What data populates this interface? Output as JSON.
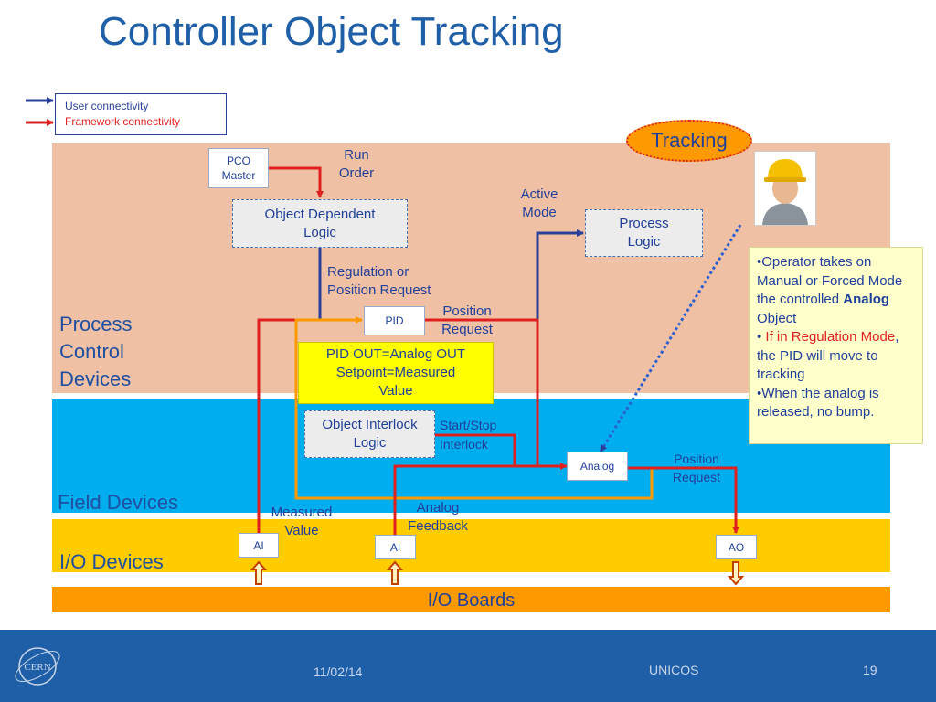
{
  "title": "Controller Object Tracking",
  "legend": {
    "user": "User connectivity",
    "framework": "Framework connectivity"
  },
  "colors": {
    "user": "#2a3f9a",
    "framework": "#e02020",
    "tracking_path": "#ff9900"
  },
  "bands": {
    "process_control": "Process\nControl\nDevices",
    "field_devices": "Field Devices",
    "io_devices": "I/O Devices",
    "io_boards": "I/O Boards"
  },
  "tracking": "Tracking",
  "boxes": {
    "pco_master": "PCO\nMaster",
    "odl": "Object Dependent\nLogic",
    "process_logic": "Process\nLogic",
    "pid": "PID",
    "oil": "Object Interlock\nLogic",
    "analog": "Analog",
    "ai1": "AI",
    "ai2": "AI",
    "ao": "AO"
  },
  "labels": {
    "run_order": "Run\nOrder",
    "active_mode": "Active\nMode",
    "regulation": "Regulation or\nPosition Request",
    "pos_request_1": "Position\nRequest",
    "start_stop": "Start/Stop\nInterlock",
    "pos_request_2": "Position\nRequest",
    "measured_value": "Measured\nValue",
    "analog_feedback": "Analog\nFeedback"
  },
  "yellow_note": "PID OUT=Analog OUT\nSetpoint=Measured\nValue",
  "operator_note": {
    "l1": "•Operator takes on Manual or Forced Mode the controlled ",
    "l1_bold": "Analog",
    "l1_end": " Object",
    "l2_bullet": "• ",
    "l2_red": "If in Regulation Mode",
    "l2_end": ", the PID will move to tracking",
    "l3": "•When the analog is released, no bump."
  },
  "footer": {
    "date": "11/02/14",
    "center": "UNICOS",
    "page": "19",
    "logo_text": "CERN"
  }
}
